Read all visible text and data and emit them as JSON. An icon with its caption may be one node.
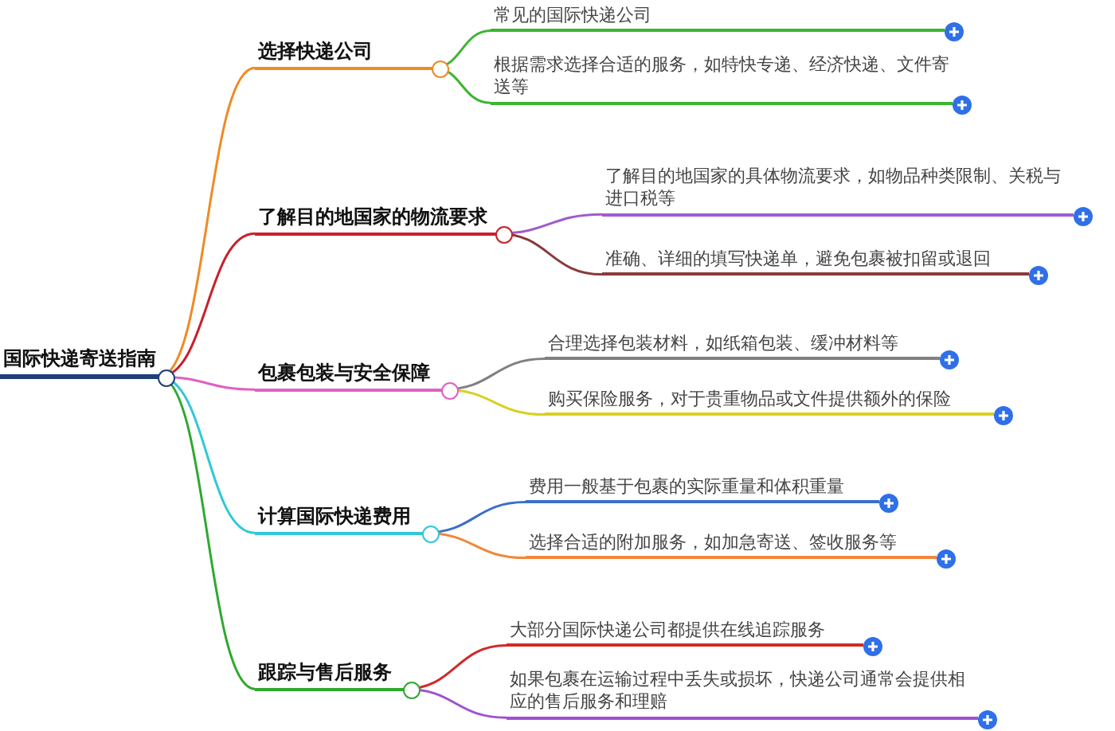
{
  "diagram": {
    "nodes": [
      {
        "text": [
          "国际快递寄送指南"
        ]
      },
      {
        "text": [
          "选择快递公司"
        ]
      },
      {
        "text": [
          "常见的国际快递公司"
        ]
      },
      {
        "text": [
          "根据需求选择合适的服务，如特快专递、经济快递、文件寄送等"
        ]
      },
      {
        "text": [
          "了解目的地国家的物流要求"
        ]
      },
      {
        "text": [
          "了解目的地国家的具体物流要求，如物品种类限制、关税与进口税等"
        ]
      },
      {
        "text": [
          "准确、详细的填写快递单，避免包裹被扣留或退回"
        ]
      },
      {
        "text": [
          "包裹包装与安全保障"
        ]
      },
      {
        "text": [
          "合理选择包装材料，如纸箱包装、缓冲材料等"
        ]
      },
      {
        "text": [
          "购买保险服务，对于贵重物品或文件提供额外的保险"
        ]
      },
      {
        "text": [
          "计算国际快递费用"
        ]
      },
      {
        "text": [
          "费用一般基于包裹的实际重量和体积重量"
        ]
      },
      {
        "text": [
          "选择合适的附加服务，如加急寄送、签收服务等"
        ]
      },
      {
        "text": [
          "跟踪与售后服务"
        ]
      },
      {
        "text": [
          "大部分国际快递公司都提供在线追踪服务"
        ]
      },
      {
        "text": [
          "如果包裹在运输过程中丢失或损坏，快递公司通常会提供相应的售后服务和理赔"
        ]
      }
    ],
    "edges": [
      {
        "from": 0,
        "to": 1,
        "arrow": "none",
        "color": "#f08a24"
      },
      {
        "from": 1,
        "to": 2,
        "arrow": "none",
        "color": "#3cb531"
      },
      {
        "from": 1,
        "to": 3,
        "arrow": "none",
        "color": "#3cb531"
      },
      {
        "from": 0,
        "to": 4,
        "arrow": "none",
        "color": "#c8202a"
      },
      {
        "from": 4,
        "to": 5,
        "arrow": "none",
        "color": "#a05ad0"
      },
      {
        "from": 4,
        "to": 6,
        "arrow": "none",
        "color": "#8a3a3a"
      },
      {
        "from": 0,
        "to": 7,
        "arrow": "none",
        "color": "#e060c0"
      },
      {
        "from": 7,
        "to": 8,
        "arrow": "none",
        "color": "#808080"
      },
      {
        "from": 7,
        "to": 9,
        "arrow": "none",
        "color": "#d8d020"
      },
      {
        "from": 0,
        "to": 10,
        "arrow": "none",
        "color": "#30c8d8"
      },
      {
        "from": 10,
        "to": 11,
        "arrow": "none",
        "color": "#3a70c8"
      },
      {
        "from": 10,
        "to": 12,
        "arrow": "none",
        "color": "#f0883a"
      },
      {
        "from": 0,
        "to": 13,
        "arrow": "none",
        "color": "#30a830"
      },
      {
        "from": 13,
        "to": 14,
        "arrow": "none",
        "color": "#d02a2a"
      },
      {
        "from": 13,
        "to": 15,
        "arrow": "none",
        "color": "#a050d0"
      }
    ]
  }
}
